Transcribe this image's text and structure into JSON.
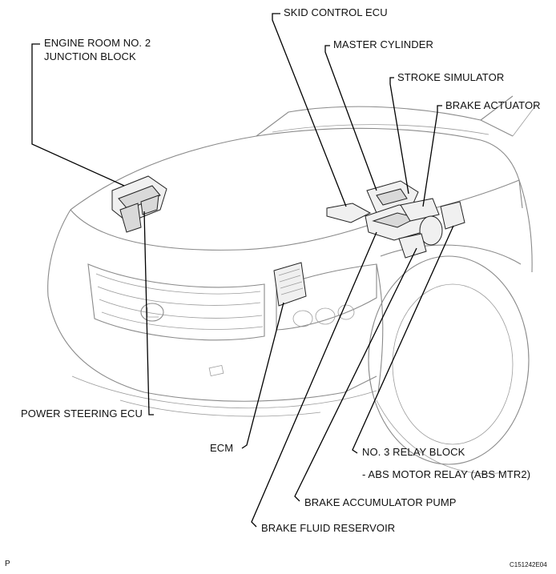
{
  "labels": {
    "skid_control_ecu": "SKID CONTROL ECU",
    "engine_room_jb_line1": "ENGINE ROOM NO. 2",
    "engine_room_jb_line2": "JUNCTION BLOCK",
    "master_cylinder": "MASTER CYLINDER",
    "stroke_simulator": "STROKE SIMULATOR",
    "brake_actuator": "BRAKE ACTUATOR",
    "power_steering_ecu": "POWER STEERING ECU",
    "ecm": "ECM",
    "no3_relay_block": "NO. 3 RELAY BLOCK",
    "abs_motor_relay": "- ABS MOTOR RELAY (ABS MTR2)",
    "brake_accumulator_pump": "BRAKE ACCUMULATOR PUMP",
    "brake_fluid_reservoir": "BRAKE FLUID RESERVOIR"
  },
  "footer": {
    "page_marker": "P",
    "figure_code": "C151242E04"
  }
}
